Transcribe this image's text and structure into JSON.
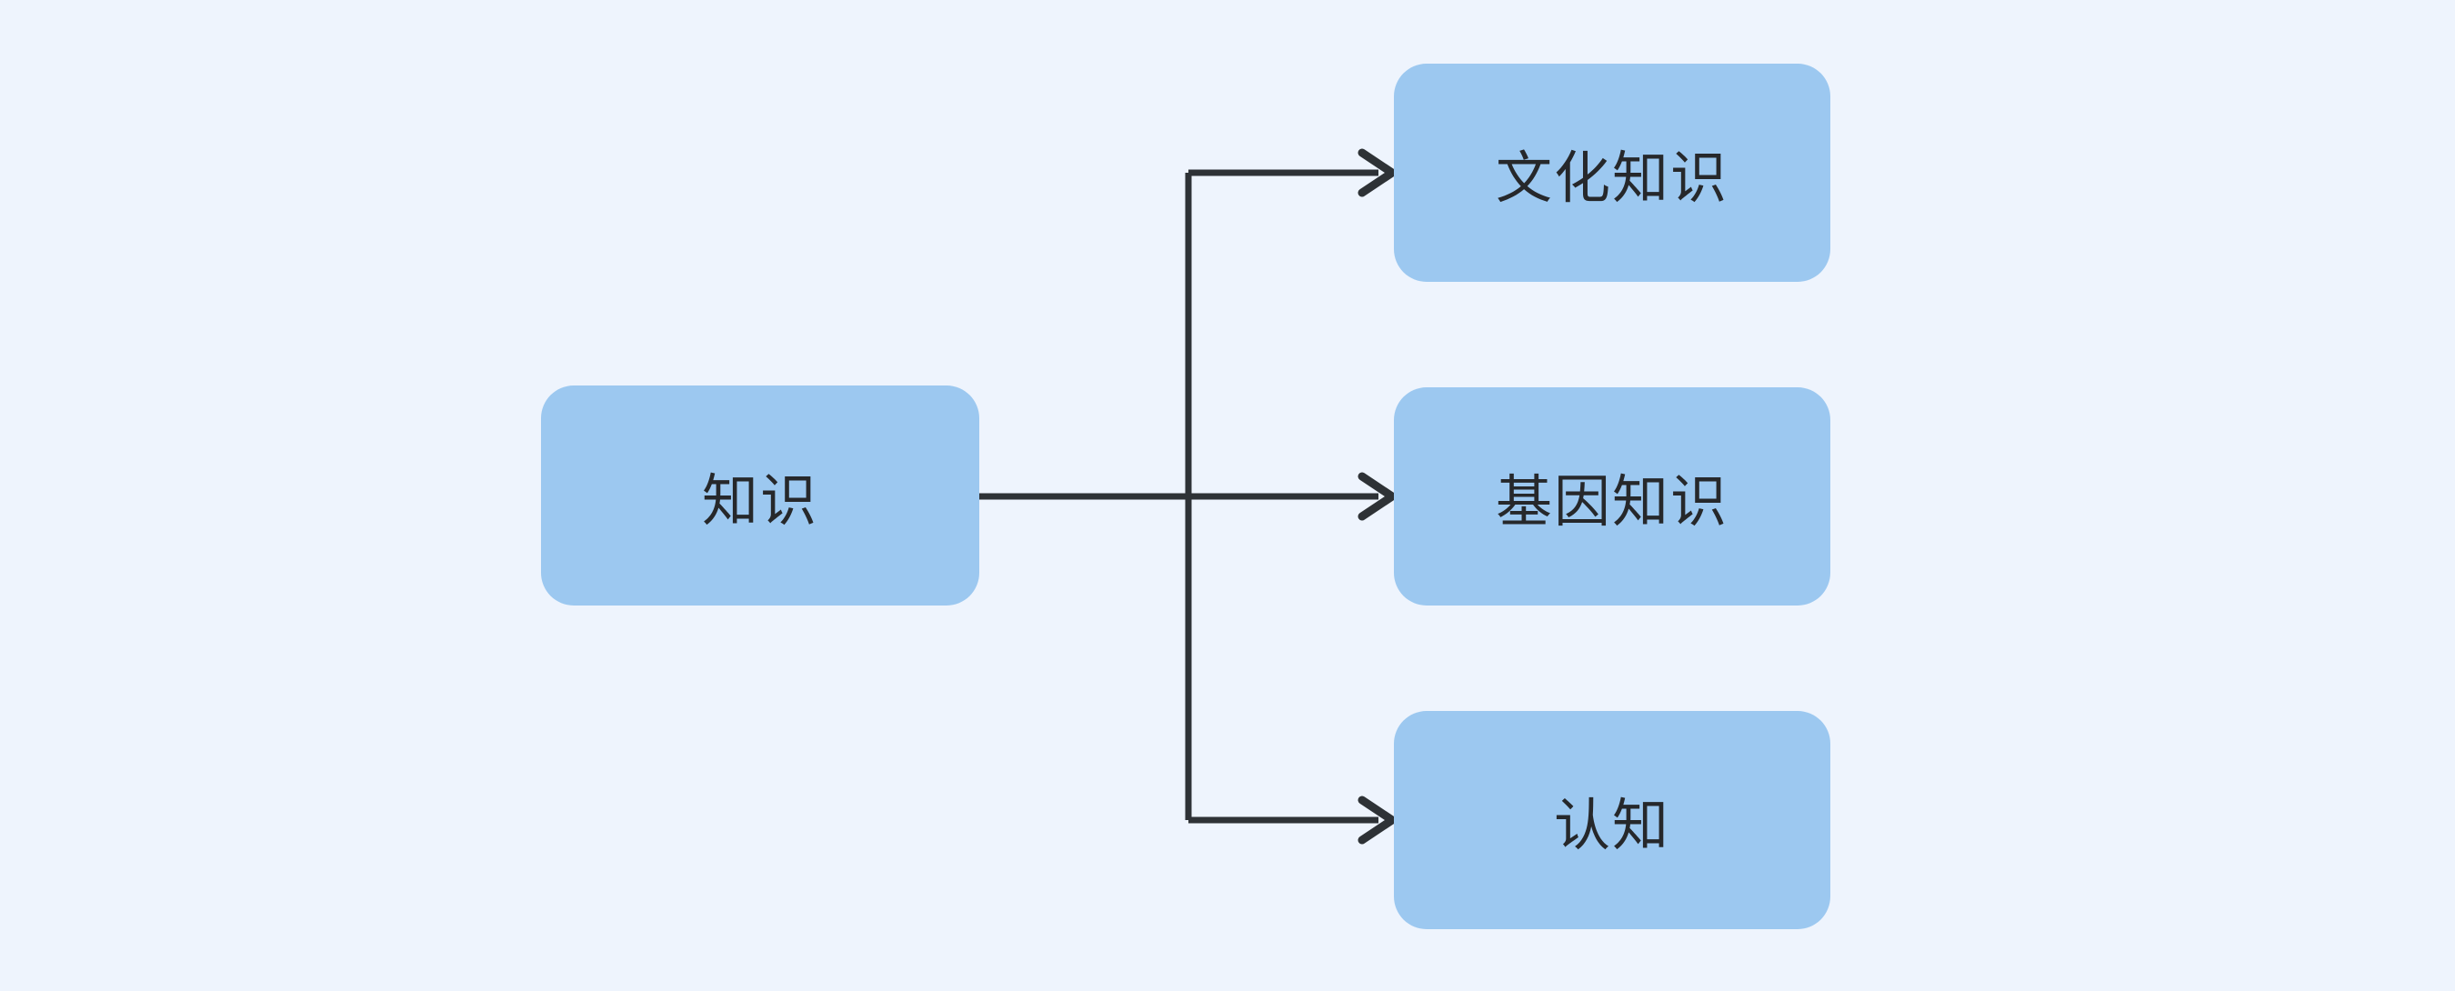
{
  "diagram": {
    "type": "flowchart",
    "direction": "left-to-right",
    "colors": {
      "background": "#EEF4FD",
      "node_fill": "#9CC8F0",
      "line": "#2E3236",
      "text": "#26282B"
    },
    "root": {
      "label": "知识"
    },
    "children": [
      {
        "label": "文化知识"
      },
      {
        "label": "基因知识"
      },
      {
        "label": "认知"
      }
    ],
    "edges": [
      {
        "from": "知识",
        "to": "文化知识",
        "arrow": "end"
      },
      {
        "from": "知识",
        "to": "基因知识",
        "arrow": "end"
      },
      {
        "from": "知识",
        "to": "认知",
        "arrow": "end"
      }
    ]
  }
}
